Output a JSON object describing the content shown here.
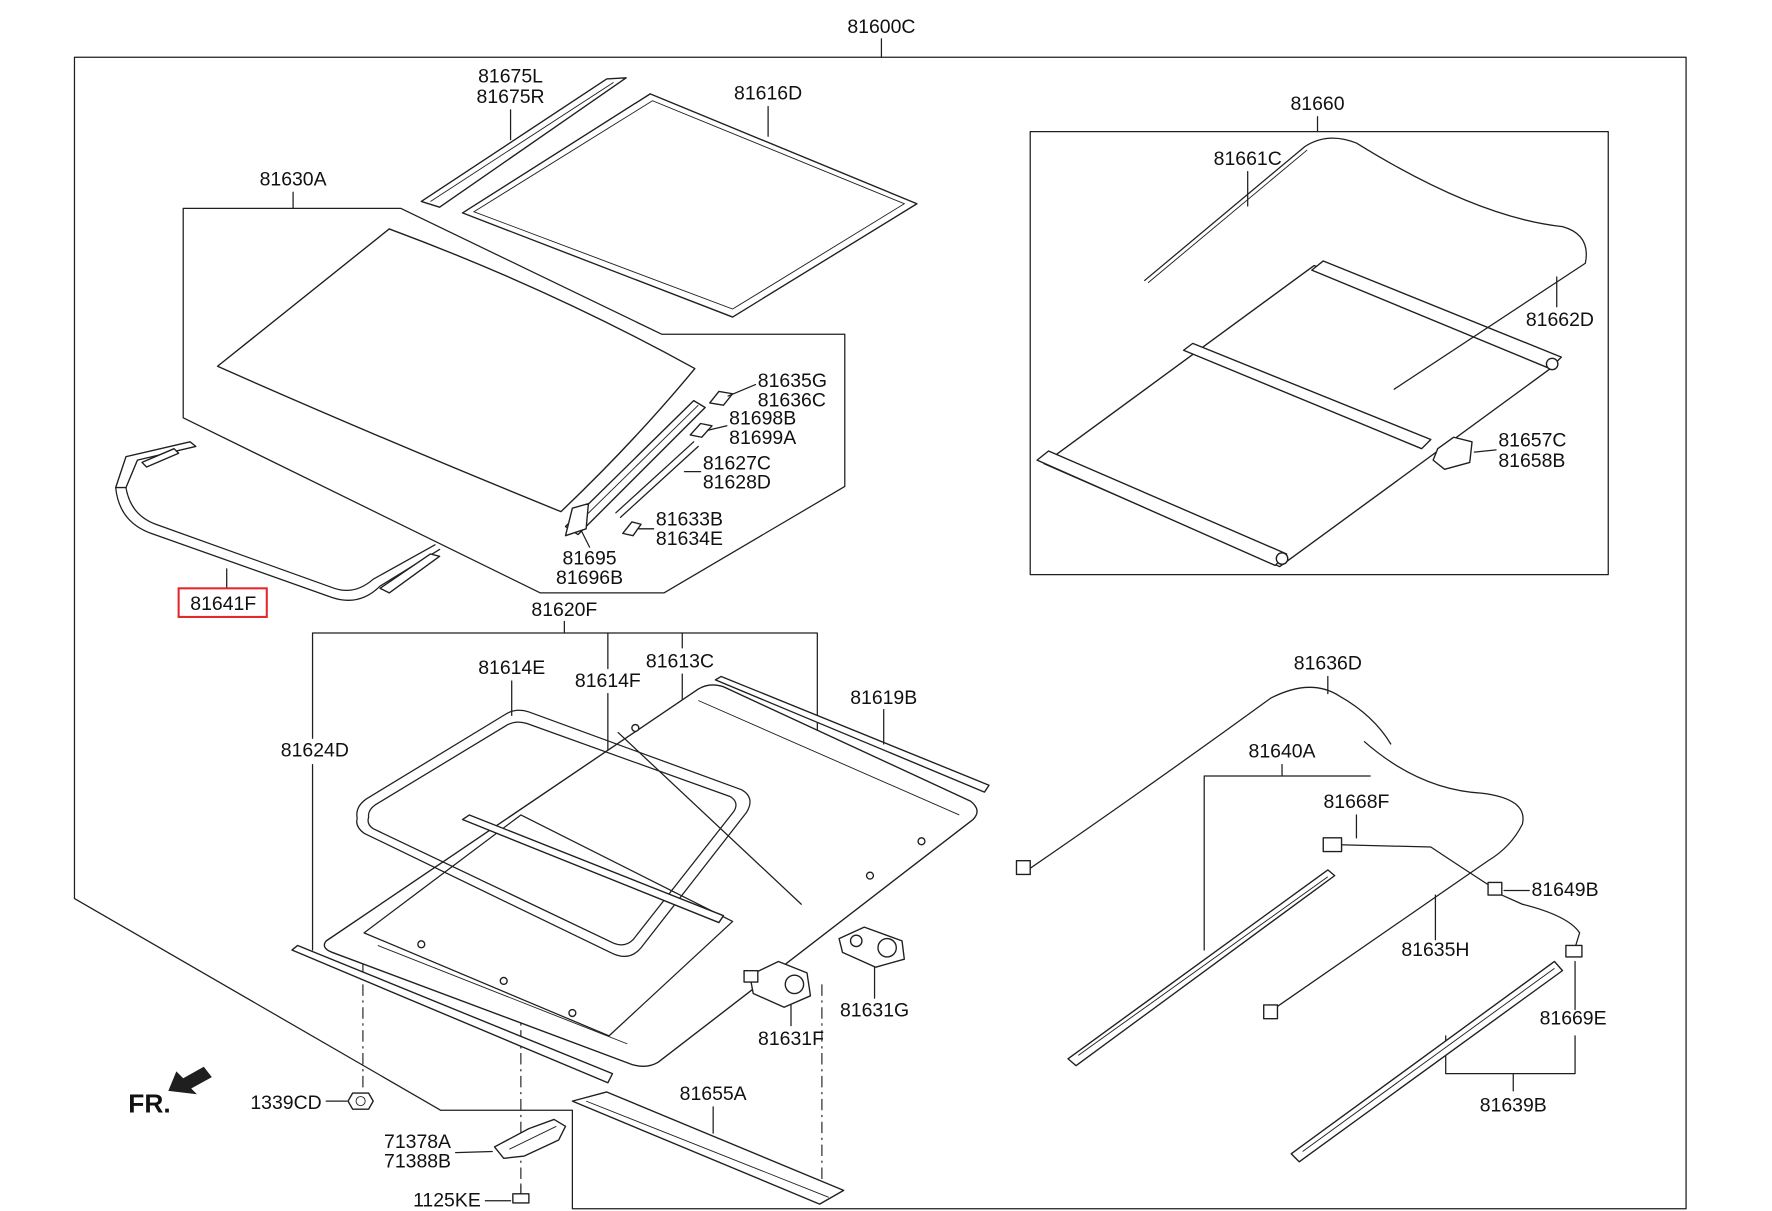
{
  "assembly": "81600C",
  "orientation": "FR.",
  "selected_part": "81641F",
  "colors": {
    "line": "#1f1f1f",
    "highlight": "#e3262c",
    "background": "#ffffff"
  },
  "callouts": {
    "upper_left": [
      "81675L",
      "81675R",
      "81616D",
      "81630A",
      "81635G",
      "81636C",
      "81698B",
      "81699A",
      "81627C",
      "81628D",
      "81633B",
      "81634E",
      "81695",
      "81696B"
    ],
    "upper_right": [
      "81660",
      "81661C",
      "81662D",
      "81657C",
      "81658B"
    ],
    "lower_left": [
      "81620F",
      "81614E",
      "81614F",
      "81613C",
      "81619B",
      "81624D",
      "81631F",
      "81631G",
      "81655A",
      "1339CD",
      "71378A",
      "71388B",
      "1125KE"
    ],
    "lower_right": [
      "81636D",
      "81640A",
      "81668F",
      "81649B",
      "81635H",
      "81669E",
      "81639B"
    ]
  }
}
